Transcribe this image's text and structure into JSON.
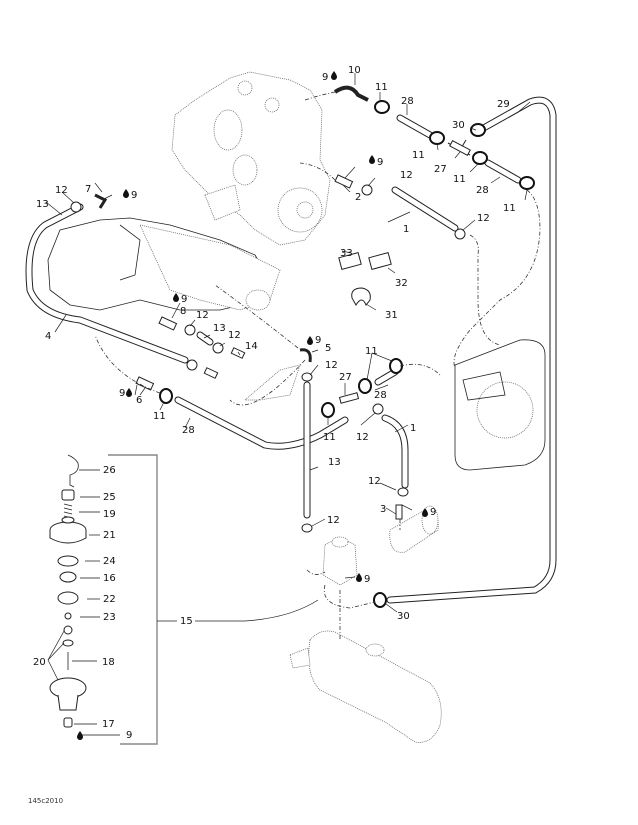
{
  "diagram": {
    "type": "exploded-parts-diagram",
    "subject": "engine cooling / exhaust hose system",
    "reference_code": "145c2010",
    "callouts": {
      "c1a": "1",
      "c1b": "1",
      "c2": "2",
      "c3": "3",
      "c4": "4",
      "c5": "5",
      "c6": "6",
      "c7": "7",
      "c8": "8",
      "c9_10": "9",
      "c9_2": "9",
      "c9_7": "9",
      "c9_8": "9",
      "c9_5": "9",
      "c9_6": "9",
      "c9_3": "9",
      "c9_muffler": "9",
      "c9_valve": "9",
      "c10": "10",
      "c11_top": "11",
      "c11_tee1": "11",
      "c11_tee2": "11",
      "c11_right": "11",
      "c11_left": "11",
      "c11_mid": "11",
      "c11_bot": "11",
      "c12_top": "12",
      "c12_2": "12",
      "c12_a": "12",
      "c12_b": "12",
      "c12_5": "12",
      "c12_mid": "12",
      "c12_3": "12",
      "c12_bot": "12",
      "c12_right": "12",
      "c13_left": "13",
      "c13_mid": "13",
      "c13_vert": "13",
      "c14": "14",
      "c15": "15",
      "c16": "16",
      "c17": "17",
      "c18": "18",
      "c19": "19",
      "c20": "20",
      "c21": "21",
      "c22": "22",
      "c23": "23",
      "c24": "24",
      "c25": "25",
      "c26": "26",
      "c27_top": "27",
      "c27_mid": "27",
      "c28_top": "28",
      "c28_right": "28",
      "c28_mid": "28",
      "c28_bot": "28",
      "c29": "29",
      "c30_top": "30",
      "c30_bot": "30",
      "c31": "31",
      "c32": "32",
      "c33": "33"
    },
    "valve_assembly_parts": [
      "26",
      "25",
      "19",
      "21",
      "24",
      "16",
      "22",
      "23",
      "20",
      "18",
      "17",
      "9"
    ],
    "sealant_symbol": "drop-icon"
  }
}
